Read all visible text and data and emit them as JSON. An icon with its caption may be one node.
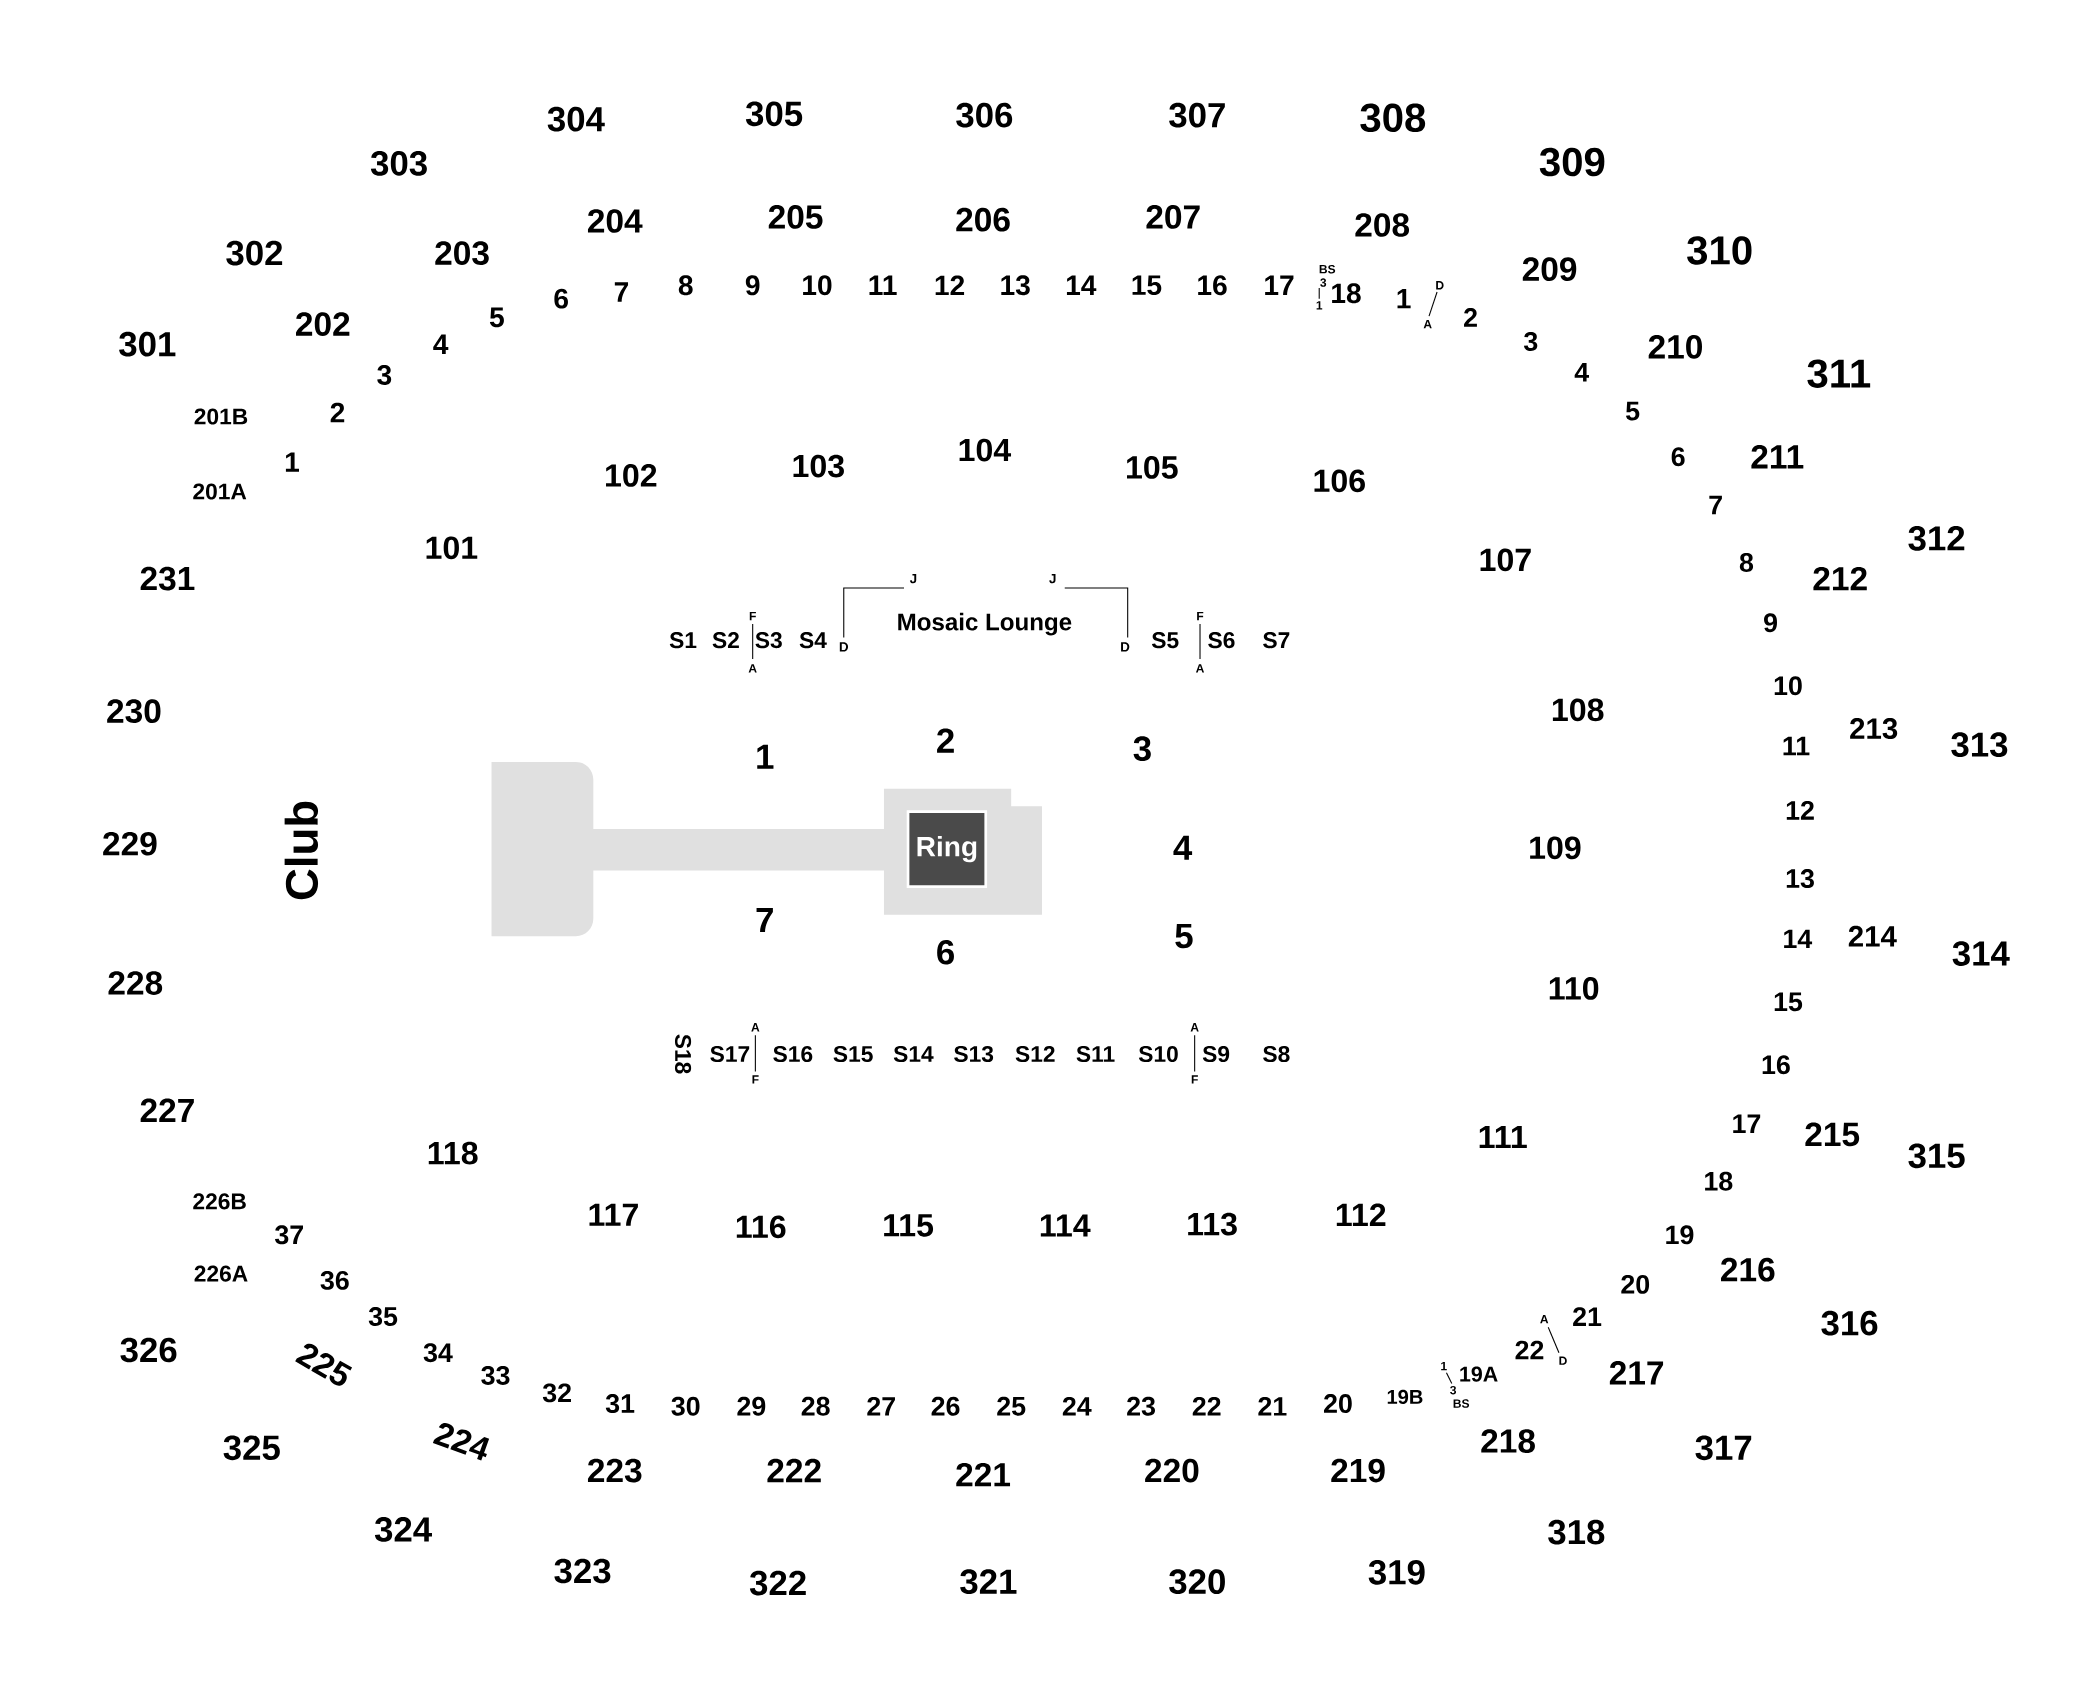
{
  "diagram": {
    "nodes": [
      {
        "text": [
          "Ring"
        ]
      }
    ],
    "labels": [
      "301",
      "302",
      "303",
      "304",
      "305",
      "306",
      "307",
      "308",
      "309",
      "310",
      "311",
      "312",
      "313",
      "314",
      "315",
      "316",
      "317",
      "318",
      "319",
      "320",
      "321",
      "322",
      "323",
      "324",
      "325",
      "326",
      "201B",
      "201A",
      "202",
      "203",
      "204",
      "205",
      "206",
      "207",
      "208",
      "209",
      "210",
      "211",
      "212",
      "213",
      "214",
      "215",
      "216",
      "217",
      "218",
      "219",
      "220",
      "221",
      "222",
      "223",
      "224",
      "225",
      "226A",
      "226B",
      "227",
      "228",
      "229",
      "230",
      "231",
      "101",
      "102",
      "103",
      "104",
      "105",
      "106",
      "107",
      "108",
      "109",
      "110",
      "111",
      "112",
      "113",
      "114",
      "115",
      "116",
      "117",
      "118",
      "1",
      "2",
      "3",
      "4",
      "5",
      "6",
      "7",
      "8",
      "9",
      "10",
      "11",
      "12",
      "13",
      "14",
      "15",
      "16",
      "17",
      "18",
      "BS",
      "3",
      "1",
      "1",
      "D",
      "A",
      "2",
      "3",
      "4",
      "5",
      "6",
      "7",
      "8",
      "9",
      "10",
      "11",
      "12",
      "13",
      "14",
      "15",
      "16",
      "17",
      "18",
      "19",
      "20",
      "A",
      "D",
      "21",
      "22",
      "19A",
      "1",
      "3",
      "BS",
      "19B",
      "20",
      "21",
      "22",
      "23",
      "24",
      "25",
      "26",
      "27",
      "28",
      "29",
      "30",
      "31",
      "32",
      "33",
      "34",
      "35",
      "36",
      "37",
      "1",
      "2",
      "3",
      "4",
      "5",
      "6",
      "7",
      "S1",
      "S2",
      "F",
      "A",
      "S3",
      "S4",
      "D",
      "J",
      "Mosaic Lounge",
      "J",
      "D",
      "S5",
      "F",
      "A",
      "S6",
      "S7",
      "S18",
      "S17",
      "A",
      "F",
      "S16",
      "S15",
      "S14",
      "S13",
      "S12",
      "S11",
      "S10",
      "A",
      "F",
      "S9",
      "S8",
      "Club"
    ]
  }
}
